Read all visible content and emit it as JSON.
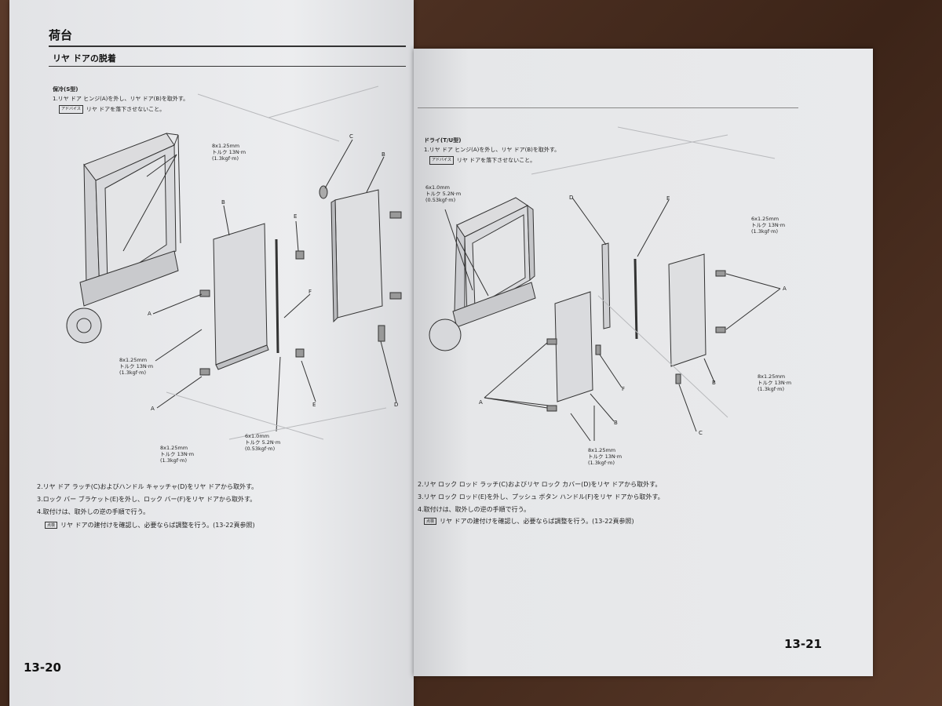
{
  "left": {
    "chapter_title": "荷台",
    "section_title": "リヤ ドアの脱着",
    "model_heading": "保冷(S型)",
    "step1": "1.リヤ ドア ヒンジ(A)を外し、リヤ ドア(B)を取外す。",
    "caution_label": "アドバイス",
    "caution_text": "リヤ ドアを落下させないこと。",
    "spec1": [
      "8x1.25mm",
      "トルク 13N·m",
      "(1.3kgf·m)"
    ],
    "spec2": [
      "8x1.25mm",
      "トルク 13N·m",
      "(1.3kgf·m)"
    ],
    "spec3": [
      "8x1.25mm",
      "トルク 13N·m",
      "(1.3kgf·m)"
    ],
    "spec4": [
      "6x1.0mm",
      "トルク 5.2N·m",
      "(0.53kgf·m)"
    ],
    "labels": {
      "a": "A",
      "b": "B",
      "c": "C",
      "d": "D",
      "e": "E",
      "f": "F"
    },
    "step2": "2.リヤ ドア ラッチ(C)およびハンドル キャッチャ(D)をリヤ ドアから取外す。",
    "step3": "3.ロック バー ブラケット(E)を外し、ロック バー(F)をリヤ ドアから取外す。",
    "step4": "4.取付けは、取外しの逆の手順で行う。",
    "note_label": "点検",
    "note_text": "リヤ ドアの建付けを確認し、必要ならば調整を行う。(13-22頁参照)",
    "page_number": "13-20"
  },
  "right": {
    "model_heading": "ドライ(T/U型)",
    "step1": "1.リヤ ドア ヒンジ(A)を外し、リヤ ドア(B)を取外す。",
    "caution_label": "アドバイス",
    "caution_text": "リヤ ドアを落下させないこと。",
    "spec1": [
      "6x1.0mm",
      "トルク 5.2N·m",
      "(0.53kgf·m)"
    ],
    "spec2": [
      "6x1.25mm",
      "トルク 13N·m",
      "(1.3kgf·m)"
    ],
    "spec3": [
      "8x1.25mm",
      "トルク 13N·m",
      "(1.3kgf·m)"
    ],
    "spec4": [
      "8x1.25mm",
      "トルク 13N·m",
      "(1.3kgf·m)"
    ],
    "labels": {
      "a": "A",
      "b": "B",
      "c": "C",
      "d": "D",
      "e": "E",
      "f": "F"
    },
    "step2": "2.リヤ ロック ロッド ラッチ(C)およびリヤ ロック カバー(D)をリヤ ドアから取外す。",
    "step3": "3.リヤ ロック ロッド(E)を外し、プッシュ ボタン ハンドル(F)をリヤ ドアから取外す。",
    "step4": "4.取付けは、取外しの逆の手順で行う。",
    "note_label": "点検",
    "note_text": "リヤ ドアの建付けを確認し、必要ならば調整を行う。(13-22頁参照)",
    "page_number": "13-21"
  }
}
